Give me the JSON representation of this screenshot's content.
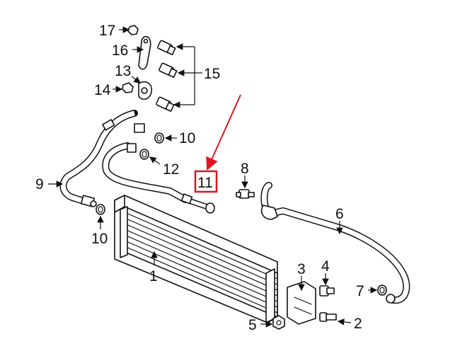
{
  "diagram": {
    "callouts": {
      "c1": "1",
      "c2": "2",
      "c3": "3",
      "c4": "4",
      "c5": "5",
      "c6": "6",
      "c7": "7",
      "c8": "8",
      "c9": "9",
      "c10a": "10",
      "c10b": "10",
      "c11": "11",
      "c12": "12",
      "c13": "13",
      "c14": "14",
      "c15": "15",
      "c16": "16",
      "c17": "17"
    },
    "highlight": {
      "part": "11",
      "color": "#e0141e"
    }
  }
}
